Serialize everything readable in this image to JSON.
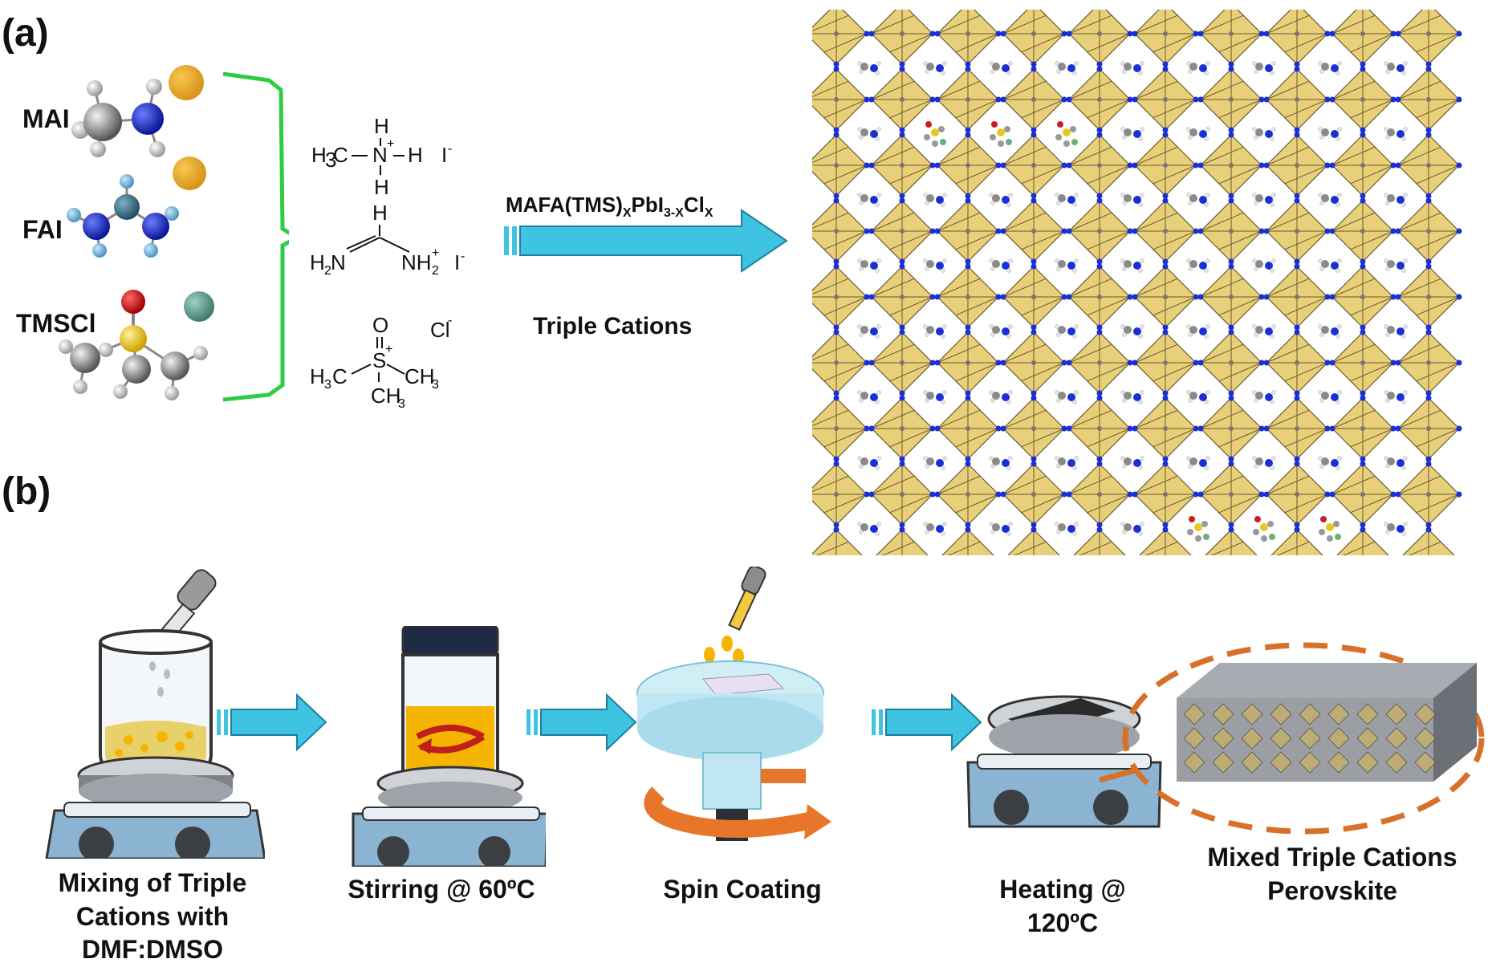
{
  "panel_a": {
    "label": "(a)",
    "molecules": [
      {
        "name": "MAI"
      },
      {
        "name": "FAI"
      },
      {
        "name": "TMSCl"
      }
    ],
    "arrow_top_text": "MAFA(TMS)",
    "arrow_top_sub1": "X",
    "arrow_top_mid": "PbI",
    "arrow_top_sub2": "3-X",
    "arrow_top_cl": "Cl",
    "arrow_top_sub3": "X",
    "arrow_bottom_text": "Triple Cations"
  },
  "panel_b": {
    "label": "(b)",
    "steps": [
      {
        "caption_lines": [
          "Mixing of Triple",
          "Cations with",
          "DMF:DMSO"
        ]
      },
      {
        "caption_lines": [
          "Stirring @ 60ºC"
        ]
      },
      {
        "caption_lines": [
          "Spin Coating"
        ]
      },
      {
        "caption_lines": [
          "Heating @",
          "120ºC"
        ]
      },
      {
        "caption_lines": [
          "Mixed Triple Cations",
          "Perovskite"
        ]
      }
    ]
  },
  "colors": {
    "arrow": "#3ec3e0",
    "bracket": "#2ecc40",
    "octahedron": "#e8cf7a",
    "iodide": "#1a2fd6",
    "orange": "#e8762a",
    "yellow_ion": "#e8a820",
    "teal_ion": "#5e9e8e"
  }
}
